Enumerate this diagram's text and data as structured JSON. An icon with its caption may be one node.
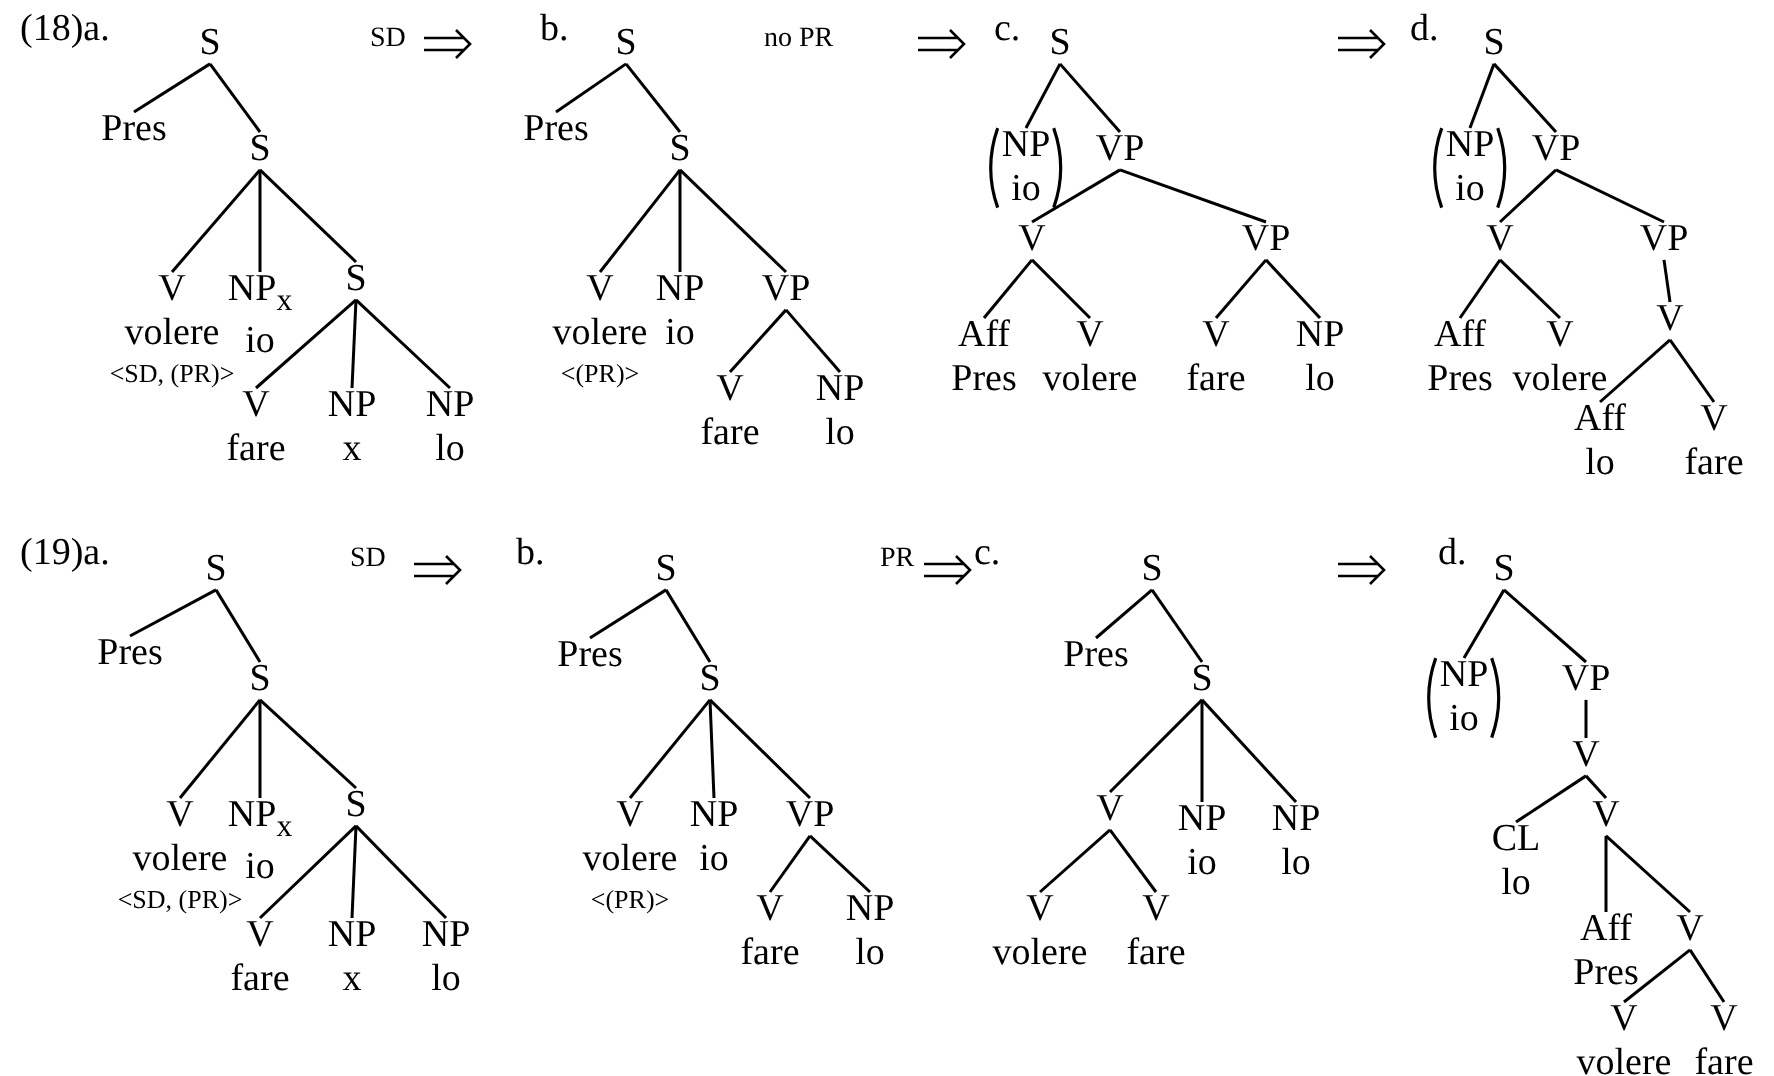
{
  "diagram": {
    "nodes": [
      {
        "text": [
          "S"
        ]
      },
      {
        "text": [
          "Pres"
        ]
      },
      {
        "text": [
          "S"
        ]
      },
      {
        "text": [
          "V",
          "volere",
          "<SD, (PR)>"
        ]
      },
      {
        "text": [
          "NP$_{x}$",
          "io"
        ]
      },
      {
        "text": [
          "S"
        ]
      },
      {
        "text": [
          "V",
          "fare"
        ]
      },
      {
        "text": [
          "NP",
          "x"
        ]
      },
      {
        "text": [
          "NP",
          "lo"
        ]
      },
      {
        "text": [
          "S"
        ]
      },
      {
        "text": [
          "Pres"
        ]
      },
      {
        "text": [
          "S"
        ]
      },
      {
        "text": [
          "V",
          "volere",
          "<(PR)>"
        ]
      },
      {
        "text": [
          "NP",
          "io"
        ]
      },
      {
        "text": [
          "VP"
        ]
      },
      {
        "text": [
          "V",
          "fare"
        ]
      },
      {
        "text": [
          "NP",
          "lo"
        ]
      },
      {
        "text": [
          "S"
        ]
      },
      {
        "text": [
          "NP",
          "io"
        ]
      },
      {
        "text": [
          "VP"
        ]
      },
      {
        "text": [
          "V"
        ]
      },
      {
        "text": [
          "VP"
        ]
      },
      {
        "text": [
          "Aff",
          "Pres"
        ]
      },
      {
        "text": [
          "V",
          "volere"
        ]
      },
      {
        "text": [
          "V",
          "fare"
        ]
      },
      {
        "text": [
          "NP",
          "lo"
        ]
      },
      {
        "text": [
          "S"
        ]
      },
      {
        "text": [
          "NP",
          "io"
        ]
      },
      {
        "text": [
          "VP"
        ]
      },
      {
        "text": [
          "V"
        ]
      },
      {
        "text": [
          "VP"
        ]
      },
      {
        "text": [
          "Aff",
          "Pres"
        ]
      },
      {
        "text": [
          "V",
          "volere"
        ]
      },
      {
        "text": [
          "V"
        ]
      },
      {
        "text": [
          "Aff",
          "lo"
        ]
      },
      {
        "text": [
          "V",
          "fare"
        ]
      },
      {
        "text": [
          "S"
        ]
      },
      {
        "text": [
          "Pres"
        ]
      },
      {
        "text": [
          "S"
        ]
      },
      {
        "text": [
          "V",
          "volere",
          "<SD, (PR)>"
        ]
      },
      {
        "text": [
          "NP$_{x}$",
          "io"
        ]
      },
      {
        "text": [
          "S"
        ]
      },
      {
        "text": [
          "V",
          "fare"
        ]
      },
      {
        "text": [
          "NP",
          "x"
        ]
      },
      {
        "text": [
          "NP",
          "lo"
        ]
      },
      {
        "text": [
          "S"
        ]
      },
      {
        "text": [
          "Pres"
        ]
      },
      {
        "text": [
          "S"
        ]
      },
      {
        "text": [
          "V",
          "volere",
          "<(PR)>"
        ]
      },
      {
        "text": [
          "NP",
          "io"
        ]
      },
      {
        "text": [
          "VP"
        ]
      },
      {
        "text": [
          "V",
          "fare"
        ]
      },
      {
        "text": [
          "NP",
          "lo"
        ]
      },
      {
        "text": [
          "S"
        ]
      },
      {
        "text": [
          "Pres"
        ]
      },
      {
        "text": [
          "S"
        ]
      },
      {
        "text": [
          "V"
        ]
      },
      {
        "text": [
          "NP",
          "io"
        ]
      },
      {
        "text": [
          "NP",
          "lo"
        ]
      },
      {
        "text": [
          "V",
          "volere"
        ]
      },
      {
        "text": [
          "V",
          "fare"
        ]
      },
      {
        "text": [
          "S"
        ]
      },
      {
        "text": [
          "NP",
          "io"
        ]
      },
      {
        "text": [
          "VP"
        ]
      },
      {
        "text": [
          "V"
        ]
      },
      {
        "text": [
          "CL",
          "lo"
        ]
      },
      {
        "text": [
          "V"
        ]
      },
      {
        "text": [
          "Aff",
          "Pres"
        ]
      },
      {
        "text": [
          "V"
        ]
      },
      {
        "text": [
          "V",
          "volere"
        ]
      },
      {
        "text": [
          "V",
          "fare"
        ]
      }
    ],
    "edges": [
      {
        "from": 0,
        "to": 1,
        "arrow": "none"
      },
      {
        "from": 0,
        "to": 2,
        "arrow": "none"
      },
      {
        "from": 2,
        "to": 3,
        "arrow": "none"
      },
      {
        "from": 2,
        "to": 4,
        "arrow": "none"
      },
      {
        "from": 2,
        "to": 5,
        "arrow": "none"
      },
      {
        "from": 5,
        "to": 6,
        "arrow": "none"
      },
      {
        "from": 5,
        "to": 7,
        "arrow": "none"
      },
      {
        "from": 5,
        "to": 8,
        "arrow": "none"
      },
      {
        "from": 9,
        "to": 10,
        "arrow": "none"
      },
      {
        "from": 9,
        "to": 11,
        "arrow": "none"
      },
      {
        "from": 11,
        "to": 12,
        "arrow": "none"
      },
      {
        "from": 11,
        "to": 13,
        "arrow": "none"
      },
      {
        "from": 11,
        "to": 14,
        "arrow": "none"
      },
      {
        "from": 14,
        "to": 15,
        "arrow": "none"
      },
      {
        "from": 14,
        "to": 16,
        "arrow": "none"
      },
      {
        "from": 17,
        "to": 18,
        "arrow": "none"
      },
      {
        "from": 17,
        "to": 19,
        "arrow": "none"
      },
      {
        "from": 19,
        "to": 20,
        "arrow": "none"
      },
      {
        "from": 19,
        "to": 21,
        "arrow": "none"
      },
      {
        "from": 20,
        "to": 22,
        "arrow": "none"
      },
      {
        "from": 20,
        "to": 23,
        "arrow": "none"
      },
      {
        "from": 21,
        "to": 24,
        "arrow": "none"
      },
      {
        "from": 21,
        "to": 25,
        "arrow": "none"
      },
      {
        "from": 26,
        "to": 27,
        "arrow": "none"
      },
      {
        "from": 26,
        "to": 28,
        "arrow": "none"
      },
      {
        "from": 28,
        "to": 29,
        "arrow": "none"
      },
      {
        "from": 28,
        "to": 30,
        "arrow": "none"
      },
      {
        "from": 29,
        "to": 31,
        "arrow": "none"
      },
      {
        "from": 29,
        "to": 32,
        "arrow": "none"
      },
      {
        "from": 30,
        "to": 33,
        "arrow": "none"
      },
      {
        "from": 33,
        "to": 34,
        "arrow": "none"
      },
      {
        "from": 33,
        "to": 35,
        "arrow": "none"
      },
      {
        "from": 36,
        "to": 37,
        "arrow": "none"
      },
      {
        "from": 36,
        "to": 38,
        "arrow": "none"
      },
      {
        "from": 38,
        "to": 39,
        "arrow": "none"
      },
      {
        "from": 38,
        "to": 40,
        "arrow": "none"
      },
      {
        "from": 38,
        "to": 41,
        "arrow": "none"
      },
      {
        "from": 41,
        "to": 42,
        "arrow": "none"
      },
      {
        "from": 41,
        "to": 43,
        "arrow": "none"
      },
      {
        "from": 41,
        "to": 44,
        "arrow": "none"
      },
      {
        "from": 45,
        "to": 46,
        "arrow": "none"
      },
      {
        "from": 45,
        "to": 47,
        "arrow": "none"
      },
      {
        "from": 47,
        "to": 48,
        "arrow": "none"
      },
      {
        "from": 47,
        "to": 49,
        "arrow": "none"
      },
      {
        "from": 47,
        "to": 50,
        "arrow": "none"
      },
      {
        "from": 50,
        "to": 51,
        "arrow": "none"
      },
      {
        "from": 50,
        "to": 52,
        "arrow": "none"
      },
      {
        "from": 53,
        "to": 54,
        "arrow": "none"
      },
      {
        "from": 53,
        "to": 55,
        "arrow": "none"
      },
      {
        "from": 55,
        "to": 56,
        "arrow": "none"
      },
      {
        "from": 55,
        "to": 57,
        "arrow": "none"
      },
      {
        "from": 55,
        "to": 58,
        "arrow": "none"
      },
      {
        "from": 56,
        "to": 59,
        "arrow": "none"
      },
      {
        "from": 56,
        "to": 60,
        "arrow": "none"
      },
      {
        "from": 61,
        "to": 62,
        "arrow": "none"
      },
      {
        "from": 61,
        "to": 63,
        "arrow": "none"
      },
      {
        "from": 63,
        "to": 64,
        "arrow": "none"
      },
      {
        "from": 64,
        "to": 65,
        "arrow": "none"
      },
      {
        "from": 64,
        "to": 66,
        "arrow": "none"
      },
      {
        "from": 66,
        "to": 67,
        "arrow": "none"
      },
      {
        "from": 66,
        "to": 68,
        "arrow": "none"
      },
      {
        "from": 68,
        "to": 69,
        "arrow": "none"
      },
      {
        "from": 68,
        "to": 70,
        "arrow": "none"
      }
    ],
    "labels": [
      "(18)a.",
      "SD",
      "b.",
      "no PR",
      "c.",
      "d.",
      "(19)a.",
      "SD",
      "b.",
      "PR",
      "c.",
      "d."
    ]
  }
}
